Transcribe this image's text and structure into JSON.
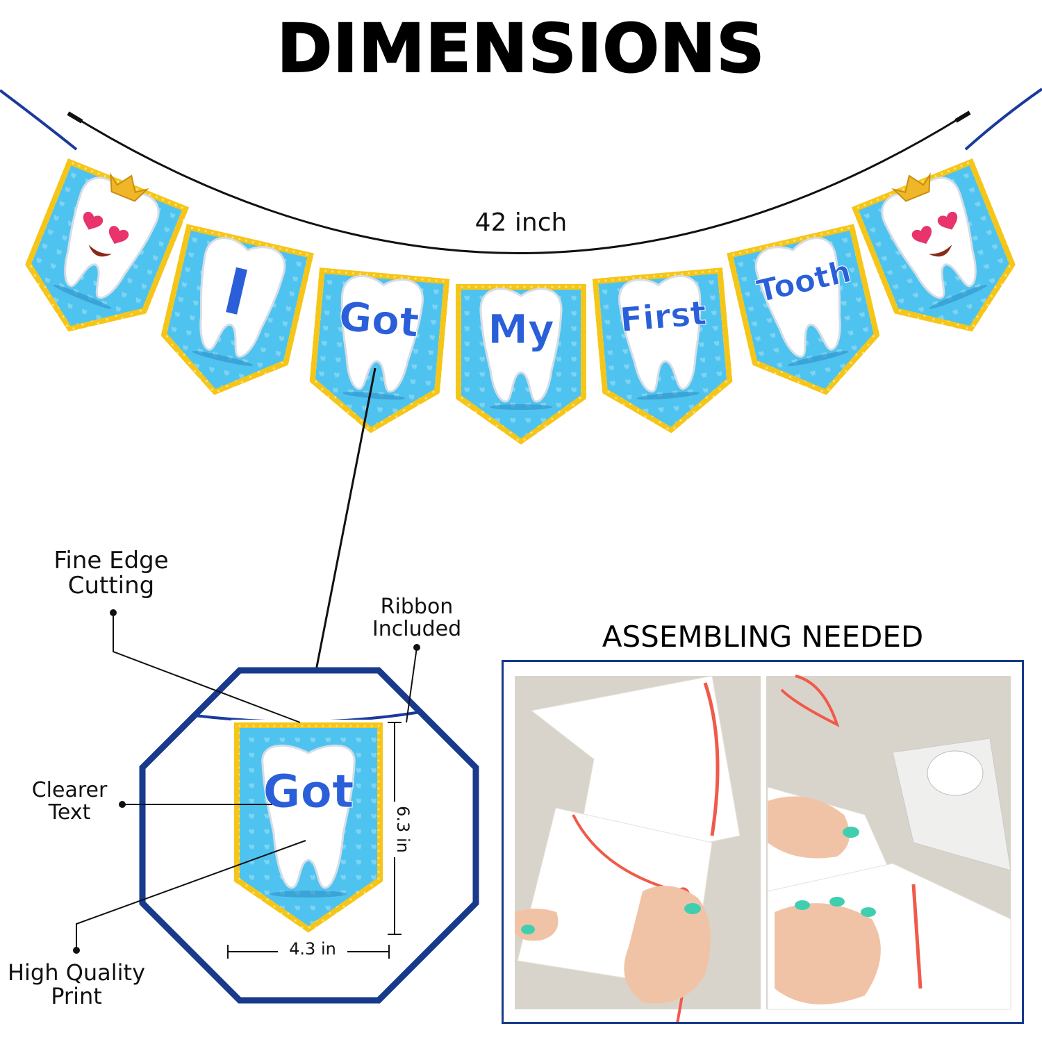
{
  "title": "DIMENSIONS",
  "banner": {
    "width_label": "42 inch",
    "pennants": [
      {
        "text": "",
        "icon": "crowned-tooth-icon"
      },
      {
        "text": "I"
      },
      {
        "text": "Got"
      },
      {
        "text": "My"
      },
      {
        "text": "First"
      },
      {
        "text": "Tooth"
      },
      {
        "text": "",
        "icon": "crowned-tooth-icon"
      }
    ]
  },
  "detail": {
    "pennant_text": "Got",
    "width": "4.3 in",
    "height": "6.3 in"
  },
  "callouts": {
    "fine_edge": [
      "Fine Edge",
      "Cutting"
    ],
    "ribbon": [
      "Ribbon",
      "Included"
    ],
    "clearer": [
      "Clearer",
      "Text"
    ],
    "high_quality": [
      "High Quality",
      "Print"
    ]
  },
  "assembling": {
    "title": "ASSEMBLING NEEDED"
  },
  "colors": {
    "pennant_blue": "#4fc3ef",
    "pennant_border": "#f5c518",
    "letter_blue": "#2a5fd9",
    "frame_navy": "#173a8c",
    "ribbon_red": "#f05a4a"
  }
}
